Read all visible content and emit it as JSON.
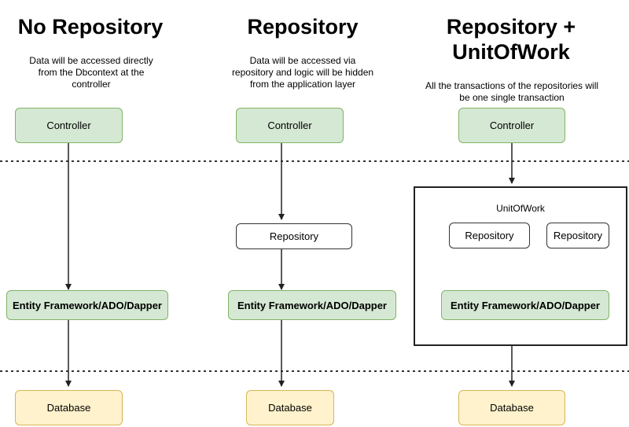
{
  "columns": [
    {
      "title": "No Repository",
      "description": [
        "Data will be accessed directly",
        "from the Dbcontext at the",
        "controller"
      ],
      "controller": "Controller",
      "data_access": "Entity Framework/ADO/Dapper",
      "database": "Database"
    },
    {
      "title": "Repository",
      "description": [
        "Data will be accessed via",
        "repository and logic will be hidden",
        "from the application layer"
      ],
      "controller": "Controller",
      "repository": "Repository",
      "data_access": "Entity Framework/ADO/Dapper",
      "database": "Database"
    },
    {
      "title_lines": [
        "Repository +",
        "UnitOfWork"
      ],
      "description": [
        "All the transactions of the repositories will",
        "be one single transaction"
      ],
      "controller": "Controller",
      "unit_of_work": "UnitOfWork",
      "repositories": [
        "Repository",
        "Repository"
      ],
      "data_access": "Entity Framework/ADO/Dapper",
      "database": "Database"
    }
  ],
  "colors": {
    "controller_fill": "#d5e8d4",
    "controller_stroke": "#82b366",
    "database_fill": "#fff2cc",
    "database_stroke": "#d6b656",
    "line": "#222222"
  }
}
